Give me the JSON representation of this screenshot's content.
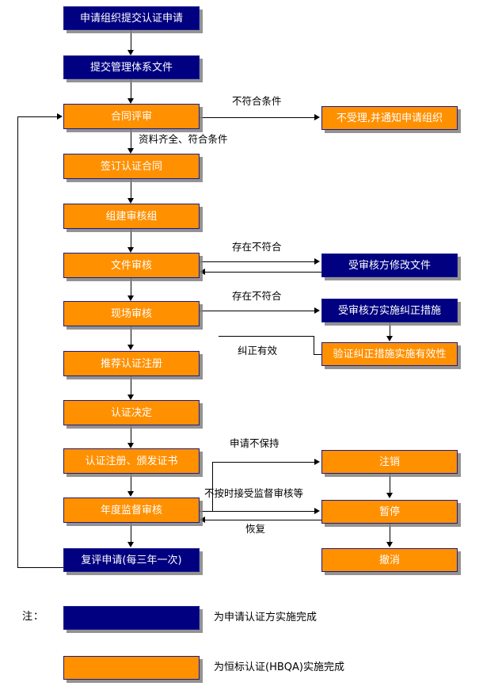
{
  "diagram": {
    "colors": {
      "applicant_box": "#000080",
      "certifier_box": "#FF9000",
      "border": "#1a1a8c",
      "connector": "#000000"
    },
    "nodes": {
      "submit_application": "申请组织提交认证申请",
      "submit_system_docs": "提交管理体系文件",
      "contract_review": "合同评审",
      "reject_notify": "不受理,并通知申请组织",
      "sign_contract": "签订认证合同",
      "form_audit_team": "组建审核组",
      "document_review": "文件审核",
      "auditee_revise_docs": "受审核方修改文件",
      "onsite_audit": "现场审核",
      "auditee_corrective_action": "受审核方实施纠正措施",
      "verify_corrective_action": "验证纠正措施实施有效性",
      "recommend_registration": "推荐认证注册",
      "certification_decision": "认证决定",
      "register_issue_cert": "认证注册、颁发证书",
      "annual_surveillance": "年度监督审核",
      "reassessment_application": "复评申请(每三年一次)",
      "cancel": "注销",
      "suspend": "暂停",
      "withdraw": "撤消"
    },
    "edge_labels": {
      "not_meeting_conditions": "不符合条件",
      "docs_complete_meets_conditions": "资料齐全、符合条件",
      "nonconformity_exists_doc": "存在不符合",
      "nonconformity_exists_site": "存在不符合",
      "correction_effective": "纠正有效",
      "application_not_maintained": "申请不保持",
      "not_accepting_surveillance": "不按时接受监督审核等",
      "resume": "恢复"
    },
    "legend": {
      "note_label": "注：",
      "applicant_text": "为申请认证方实施完成",
      "certifier_text": "为恒标认证(HBQA)实施完成"
    }
  }
}
